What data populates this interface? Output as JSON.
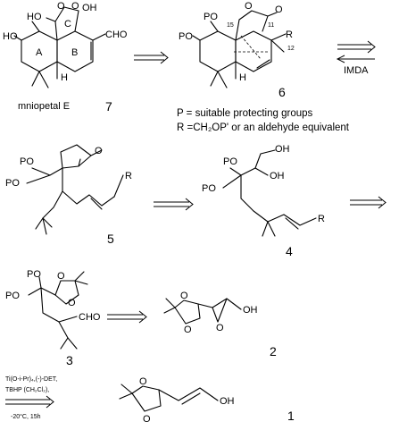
{
  "compounds": {
    "c7": {
      "name": "mniopetal E",
      "number": "7"
    },
    "c6": {
      "number": "6"
    },
    "c5": {
      "number": "5"
    },
    "c4": {
      "number": "4"
    },
    "c3": {
      "number": "3"
    },
    "c2": {
      "number": "2"
    },
    "c1": {
      "number": "1"
    }
  },
  "atoms": {
    "ho": "HO",
    "oh": "OH",
    "cho": "CHO",
    "o": "O",
    "h": "H",
    "po": "PO",
    "r": "R",
    "ring_a": "A",
    "ring_b": "B",
    "ring_c": "C",
    "n15": "15",
    "n11": "11",
    "n12": "12"
  },
  "notes": {
    "p_def": "P = suitable protecting groups",
    "r_def": "R =CH₂OP' or an aldehyde equivalent"
  },
  "arrows": {
    "imda": "IMDA"
  },
  "conditions": {
    "line1": "Ti(O-i-Pr)₄,(-)-DET,",
    "line2": "TBHP (CH₂Cl₂),",
    "line3": "-20°C, 15h"
  }
}
